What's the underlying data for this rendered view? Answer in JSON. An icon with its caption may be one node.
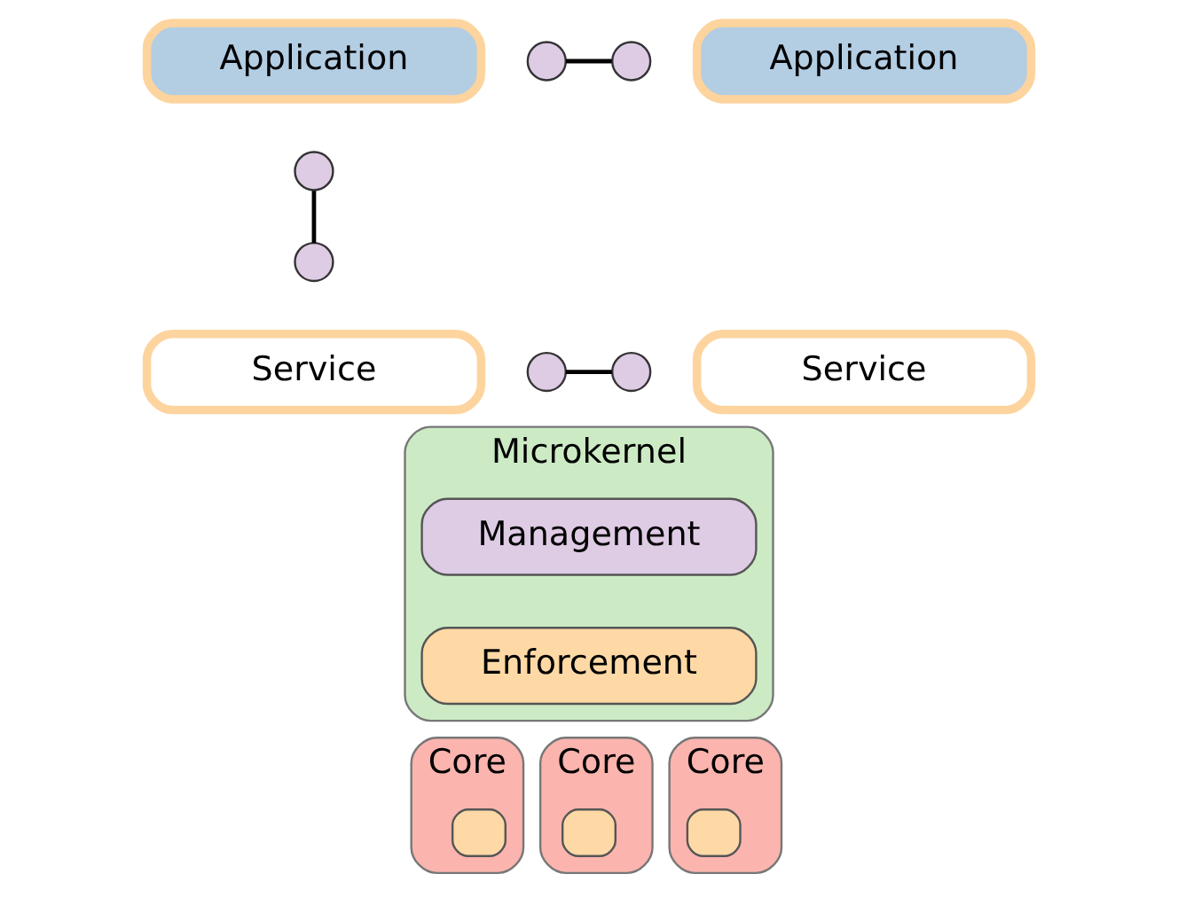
{
  "diagram": {
    "nodes": [
      {
        "text": [
          "Application"
        ]
      },
      {
        "text": [
          "Application"
        ]
      },
      {
        "text": [
          "Service"
        ]
      },
      {
        "text": [
          "Service"
        ]
      },
      {
        "text": [
          "Microkernel"
        ]
      },
      {
        "text": [
          "Management"
        ],
        "in": 4
      },
      {
        "text": [
          "Enforcement"
        ],
        "in": 4
      },
      {
        "text": [
          "Core"
        ]
      },
      {
        "text": [],
        "shape": "box",
        "in": 7
      },
      {
        "text": [
          "Core"
        ]
      },
      {
        "text": [],
        "shape": "box",
        "in": 9
      },
      {
        "text": [
          "Core"
        ]
      },
      {
        "text": [],
        "shape": "box",
        "in": 11
      },
      {
        "text": [],
        "shape": "circle"
      },
      {
        "text": [],
        "shape": "circle"
      },
      {
        "text": [],
        "shape": "circle"
      },
      {
        "text": [],
        "shape": "circle"
      },
      {
        "text": [],
        "shape": "circle"
      },
      {
        "text": [],
        "shape": "circle"
      }
    ],
    "edges": [
      {
        "from": 13,
        "to": 14,
        "arrow": "none"
      },
      {
        "from": 15,
        "to": 16,
        "arrow": "none"
      },
      {
        "from": 17,
        "to": 18,
        "arrow": "none"
      }
    ]
  }
}
